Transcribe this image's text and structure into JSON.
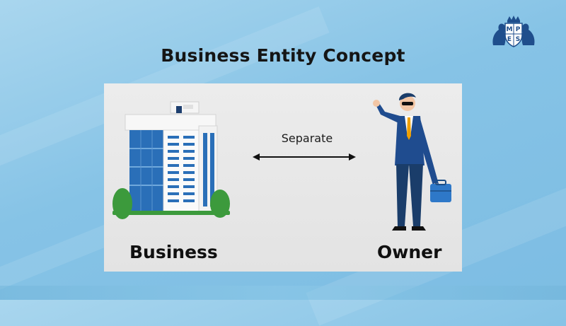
{
  "title": "Business Entity Concept",
  "separator_label": "Separate",
  "left_label": "Business",
  "right_label": "Owner",
  "logo": {
    "letters": [
      "M",
      "P",
      "E",
      "S"
    ],
    "color": "#1f4e8c"
  },
  "colors": {
    "background": "#86c3e6",
    "panel": "#e7e7e7",
    "building_blue": "#2a6fb8",
    "suit_blue": "#1f4c8f",
    "tie": "#f0a000",
    "bush_green": "#3c9a3c"
  }
}
